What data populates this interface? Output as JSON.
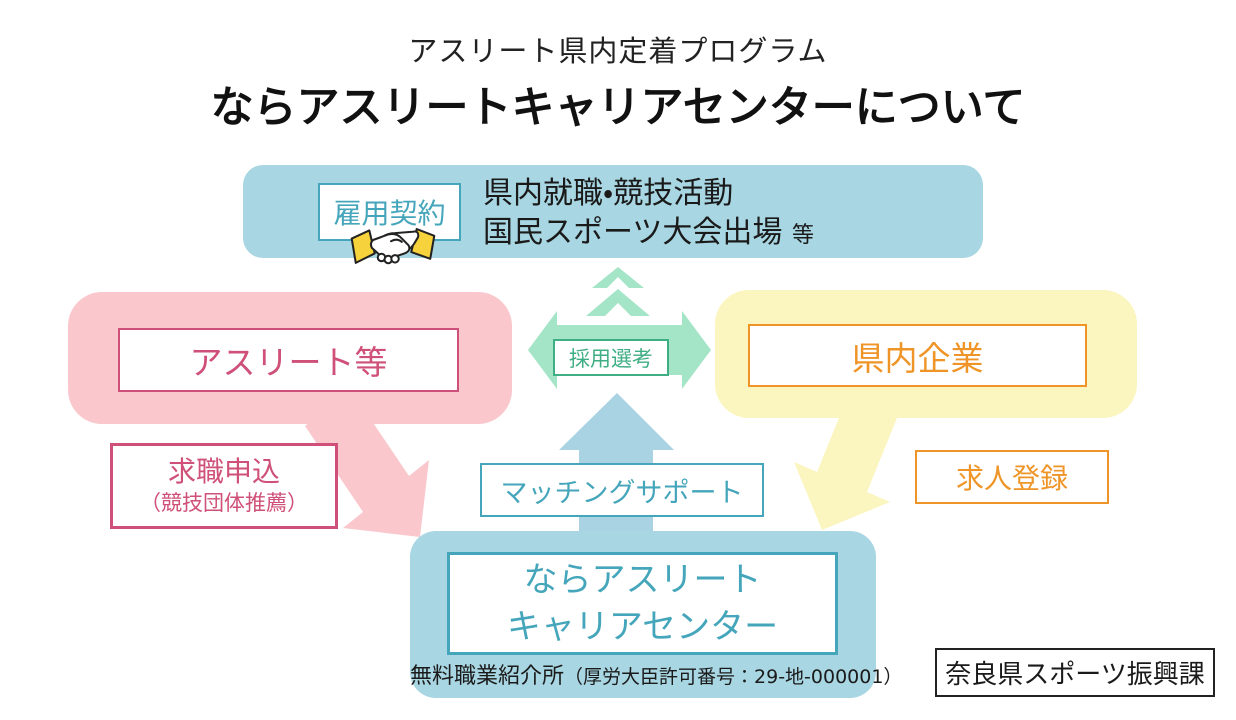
{
  "title": {
    "subtitle": "アスリート県内定着プログラム",
    "main": "ならアスリートキャリアセンターについて"
  },
  "top_box": {
    "badge": "雇用契約",
    "icon": "handshake-icon",
    "line1": "県内就職・競技活動",
    "line2": "国民スポーツ大会出場",
    "line2_suffix": "等"
  },
  "left_bubble": {
    "label": "アスリート等"
  },
  "right_bubble": {
    "label": "県内企業"
  },
  "center": {
    "selection_label": "採用選考"
  },
  "flows": {
    "job_seek": {
      "line1": "求職申込",
      "line2": "（競技団体推薦）"
    },
    "job_post": {
      "label": "求人登録"
    },
    "matching": {
      "label": "マッチングサポート"
    }
  },
  "bottom_box": {
    "line1": "ならアスリート",
    "line2": "キャリアセンター",
    "license_main": "無料職業紹介所",
    "license_detail": "（厚労大臣許可番号：29-地-000001）"
  },
  "credit": {
    "label": "奈良県スポーツ振興課"
  },
  "colors": {
    "box_blue": "#a8d6e2",
    "teal_accent": "#45a6bb",
    "pink_fill": "#f9c7cc",
    "pink_accent": "#cf5078",
    "yellow_fill": "#fbf5c0",
    "orange_accent": "#ef9528",
    "mint_green": "#a3e5c6",
    "green_accent": "#3fae84",
    "arrow_blue": "#a9d3e3",
    "sleeve_yellow": "#f6d23c",
    "text_dark": "#1a1a1a"
  }
}
